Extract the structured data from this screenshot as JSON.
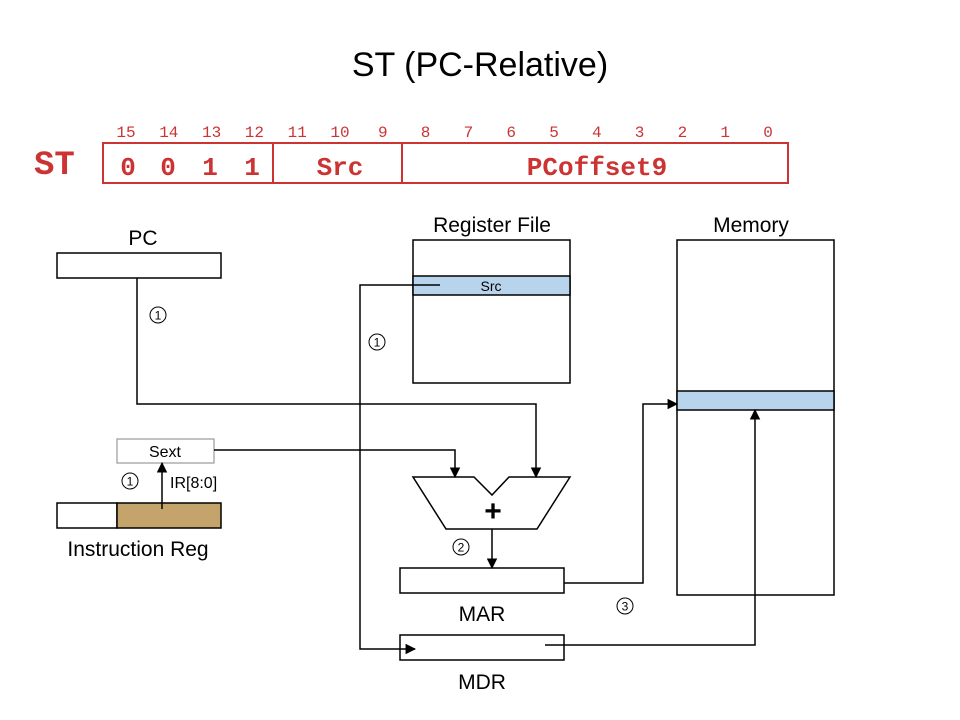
{
  "title": "ST (PC-Relative)",
  "encoding": {
    "mnemonic": "ST",
    "bit_numbers": [
      "15",
      "14",
      "13",
      "12",
      "11",
      "10",
      "9",
      "8",
      "7",
      "6",
      "5",
      "4",
      "3",
      "2",
      "1",
      "0"
    ],
    "opcode_bits": [
      "0",
      "0",
      "1",
      "1"
    ],
    "src_field": "Src",
    "offset_field": "PCoffset9",
    "color": "#cc3333"
  },
  "components": {
    "pc": "PC",
    "register_file": "Register File",
    "src_register": "Src",
    "memory": "Memory",
    "sext": "Sext",
    "ir_bits": "IR[8:0]",
    "instruction_reg": "Instruction Reg",
    "adder_symbol": "+",
    "mar": "MAR",
    "mdr": "MDR"
  },
  "steps": {
    "pc_path": "1",
    "reg_path": "1",
    "ir_path": "1",
    "adder_out": "2",
    "memory_write": "3"
  },
  "colors": {
    "highlight": "#b8d4ec",
    "ir_field": "#c4a46a"
  }
}
